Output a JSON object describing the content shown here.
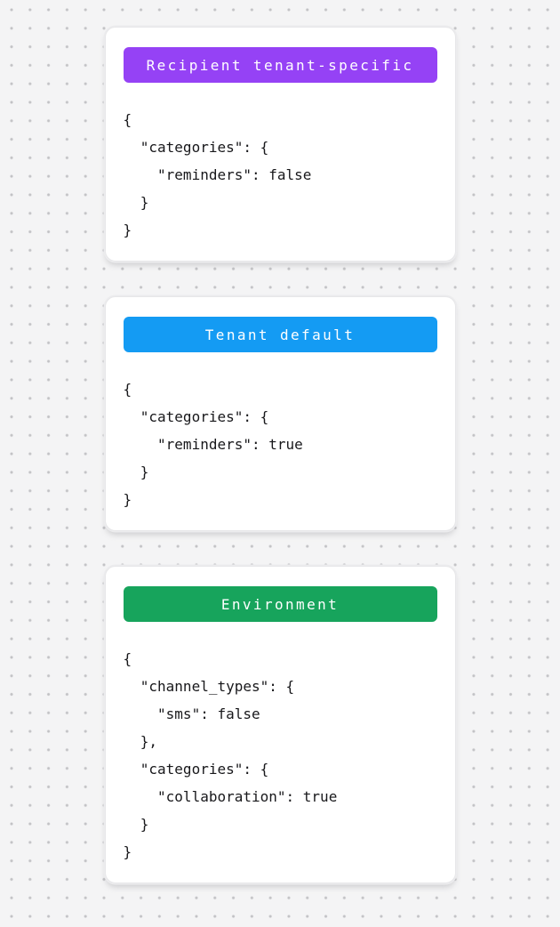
{
  "canvas": {
    "background_color": "#f4f4f5",
    "dot_color": "#c2c2c5"
  },
  "cards": [
    {
      "id": "recipient-tenant-specific",
      "badge": {
        "label": "Recipient tenant-specific",
        "color": "#9542f5",
        "text_color": "#ffffff"
      },
      "code": "{\n  \"categories\": {\n    \"reminders\": false\n  }\n}"
    },
    {
      "id": "tenant-default",
      "badge": {
        "label": "Tenant default",
        "color": "#149bf3",
        "text_color": "#ffffff"
      },
      "code": "{\n  \"categories\": {\n    \"reminders\": true\n  }\n}"
    },
    {
      "id": "environment",
      "badge": {
        "label": "Environment",
        "color": "#17a45c",
        "text_color": "#ffffff"
      },
      "code": "{\n  \"channel_types\": {\n    \"sms\": false\n  },\n  \"categories\": {\n    \"collaboration\": true\n  }\n}"
    }
  ]
}
